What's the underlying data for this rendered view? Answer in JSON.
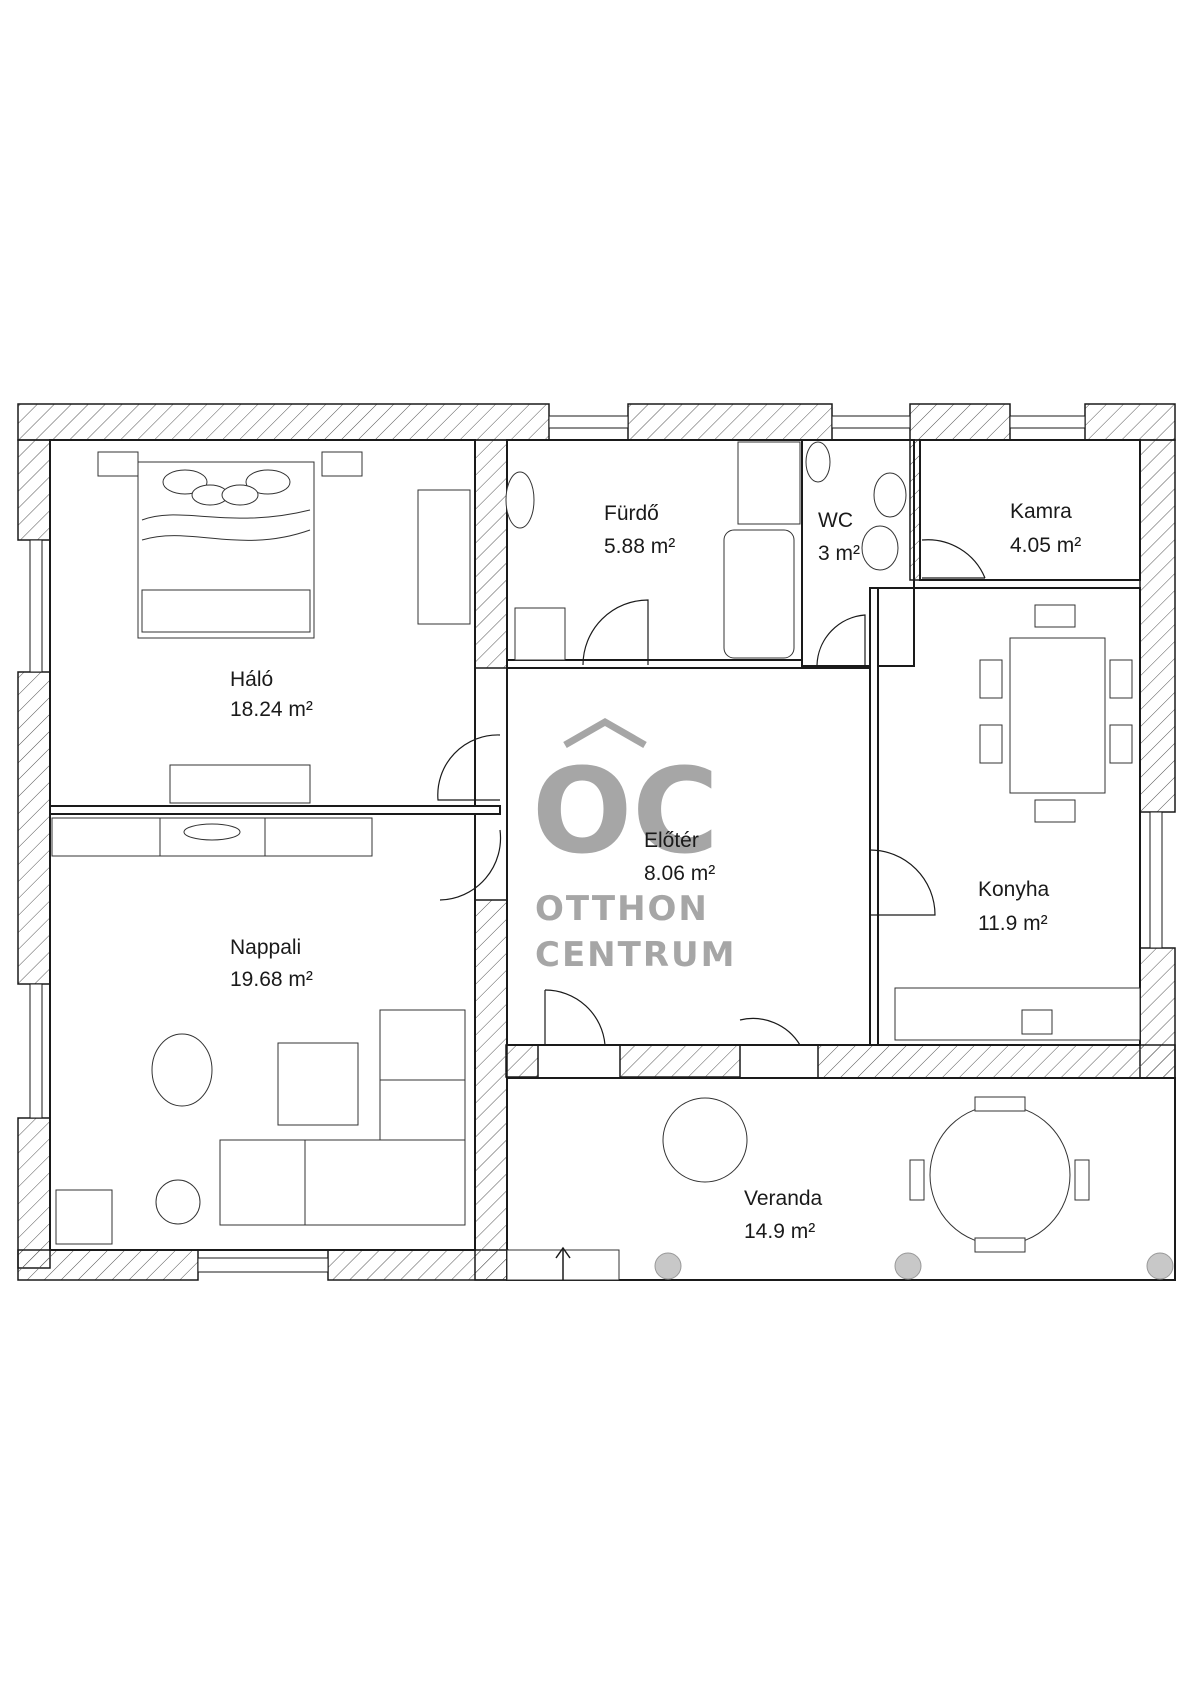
{
  "rooms": {
    "halo": {
      "name": "Háló",
      "area": "18.24 m²"
    },
    "furdo": {
      "name": "Fürdő",
      "area": "5.88 m²"
    },
    "wc": {
      "name": "WC",
      "area": "3 m²"
    },
    "kamra": {
      "name": "Kamra",
      "area": "4.05 m²"
    },
    "eloter": {
      "name": "Előtér",
      "area": "8.06 m²"
    },
    "konyha": {
      "name": "Konyha",
      "area": "11.9 m²"
    },
    "nappali": {
      "name": "Nappali",
      "area": "19.68 m²"
    },
    "veranda": {
      "name": "Veranda",
      "area": "14.9 m²"
    }
  },
  "logo": {
    "mark": "OC",
    "line1": "OTTHON",
    "line2": "CENTRUM"
  },
  "colors": {
    "wall": "#1a1a1a",
    "hatch": "#555555",
    "logo": "#a6a6a6",
    "column": "#c8c8c8"
  }
}
